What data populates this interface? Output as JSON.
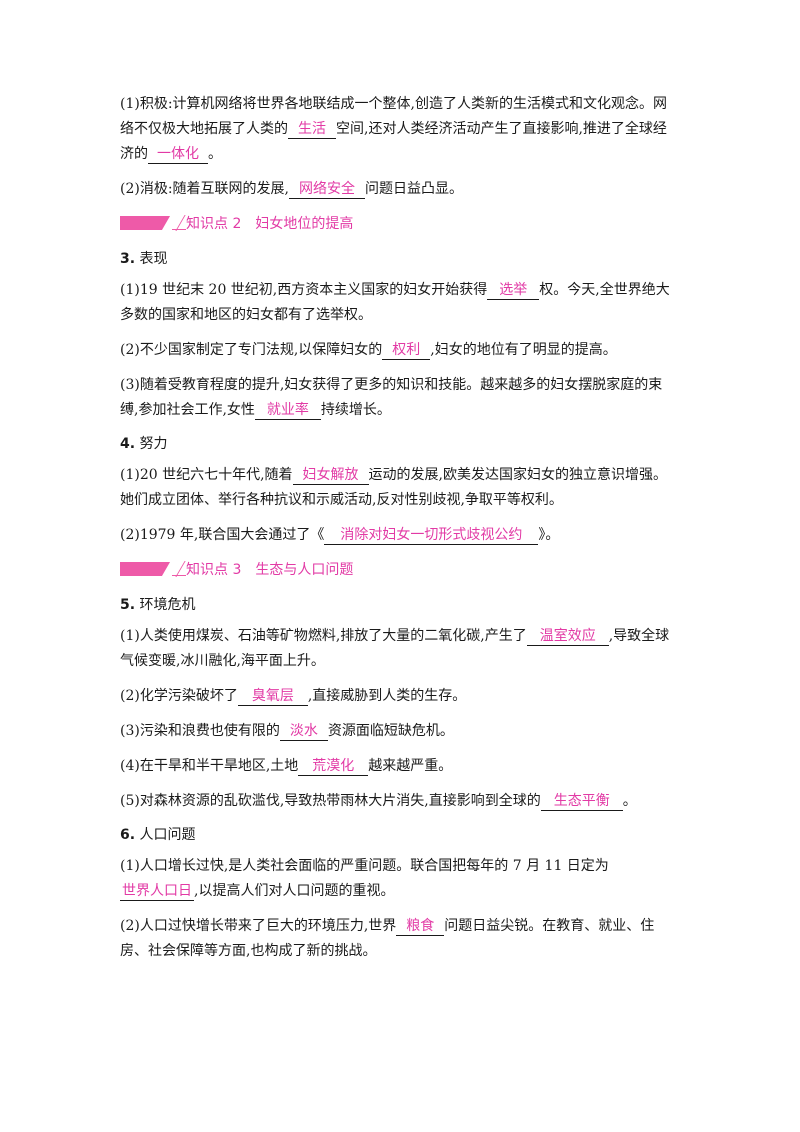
{
  "p1": {
    "a": "(1)积极:计算机网络将世界各地联结成一个整体,创造了人类新的生活模式和文化观念。网络不仅极大地拓展了人类的",
    "b1": "生活",
    "c": "空间,还对人类经济活动产生了直接影响,推进了全球经济的",
    "b2": "一体化",
    "d": "。"
  },
  "p2": {
    "a": "(2)消极:随着互联网的发展,",
    "b1": "网络安全",
    "c": "问题日益凸显。"
  },
  "sec2": {
    "num": "知识点 2",
    "title": "妇女地位的提高"
  },
  "h3": {
    "num": "3.",
    "text": "表现"
  },
  "p3": {
    "a": "(1)19 世纪末 20 世纪初,西方资本主义国家的妇女开始获得",
    "b1": "选举",
    "c": "权。今天,全世界绝大多数的国家和地区的妇女都有了选举权。"
  },
  "p4": {
    "a": "(2)不少国家制定了专门法规,以保障妇女的",
    "b1": "权利",
    "c": ",妇女的地位有了明显的提高。"
  },
  "p5": {
    "a": "(3)随着受教育程度的提升,妇女获得了更多的知识和技能。越来越多的妇女摆脱家庭的束缚,参加社会工作,女性",
    "b1": "就业率",
    "c": "持续增长。"
  },
  "h4": {
    "num": "4.",
    "text": "努力"
  },
  "p6": {
    "a": "(1)20 世纪六七十年代,随着",
    "b1": "妇女解放",
    "c": "运动的发展,欧美发达国家妇女的独立意识增强。她们成立团体、举行各种抗议和示威活动,反对性别歧视,争取平等权利。"
  },
  "p7": {
    "a": "(2)1979 年,联合国大会通过了《",
    "b1": "消除对妇女一切形式歧视公约",
    "c": "》。"
  },
  "sec3": {
    "num": "知识点 3",
    "title": "生态与人口问题"
  },
  "h5": {
    "num": "5.",
    "text": "环境危机"
  },
  "p8": {
    "a": "(1)人类使用煤炭、石油等矿物燃料,排放了大量的二氧化碳,产生了",
    "b1": "温室效应",
    "c": ",导致全球气候变暖,冰川融化,海平面上升。"
  },
  "p9": {
    "a": "(2)化学污染破坏了",
    "b1": "臭氧层",
    "c": ",直接威胁到人类的生存。"
  },
  "p10": {
    "a": "(3)污染和浪费也使有限的",
    "b1": "淡水",
    "c": "资源面临短缺危机。"
  },
  "p11": {
    "a": "(4)在干旱和半干旱地区,土地",
    "b1": "荒漠化",
    "c": "越来越严重。"
  },
  "p12": {
    "a": "(5)对森林资源的乱砍滥伐,导致热带雨林大片消失,直接影响到全球的",
    "b1": "生态平衡",
    "c": "。"
  },
  "h6": {
    "num": "6.",
    "text": "人口问题"
  },
  "p13": {
    "a": "(1)人口增长过快,是人类社会面临的严重问题。联合国把每年的 7 月 11 日定为",
    "b1": "世界人口日",
    "c": ",以提高人们对人口问题的重视。"
  },
  "p14": {
    "a": "(2)人口过快增长带来了巨大的环境压力,世界",
    "b1": "粮食",
    "c": "问题日益尖锐。在教育、就业、住房、社会保障等方面,也构成了新的挑战。"
  },
  "colors": {
    "accent": "#e23aa5",
    "bar": "#ee5aa8"
  }
}
